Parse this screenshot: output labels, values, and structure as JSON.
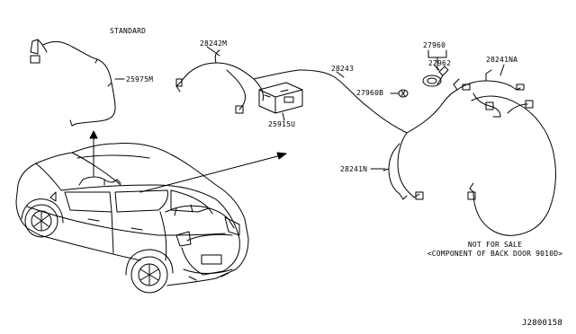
{
  "labels": {
    "standard": "STANDARD",
    "p25975m": "25975M",
    "p28242m": "28242M",
    "p28243": "28243",
    "p25915u": "25915U",
    "p27960": "27960",
    "p27962": "27962",
    "p27960b": "27960B",
    "p28241na": "28241NA",
    "p28241n": "28241N",
    "not_for_sale": "NOT FOR SALE",
    "component_note": "<COMPONENT OF BACK DOOR 9010D>",
    "diagram_ref": "J2800158"
  },
  "colors": {
    "line": "#000000",
    "background": "#ffffff"
  }
}
